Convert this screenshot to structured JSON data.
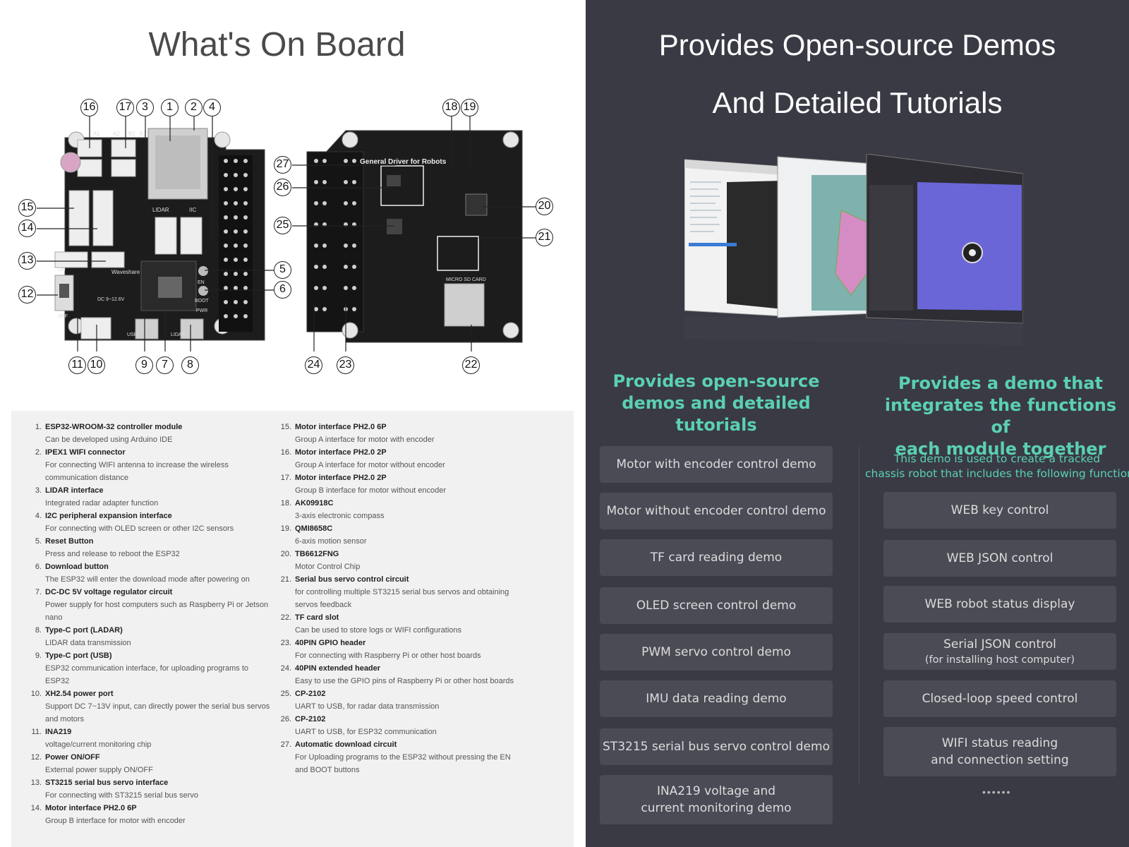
{
  "left": {
    "title": "What's On Board",
    "board_labels": {
      "product": "General Driver for Robots",
      "brand": "Waveshare",
      "lidar": "LIDAR",
      "iic": "IIC",
      "on": "ON",
      "off": "OFF",
      "dc": "DC 9~12.6V",
      "en": "EN",
      "boot": "BOOT",
      "pwr": "PWR",
      "usb": "USB",
      "lidar_port": "LIDAR",
      "sd": "MICRO SD CARD",
      "a1": "A1",
      "a2": "A2",
      "b1": "B1",
      "b2": "B2"
    },
    "callouts": [
      "16",
      "17",
      "3",
      "1",
      "2",
      "4",
      "15",
      "14",
      "13",
      "12",
      "5",
      "6",
      "11",
      "10",
      "9",
      "7",
      "8",
      "18",
      "19",
      "27",
      "26",
      "25",
      "20",
      "21",
      "24",
      "23",
      "22"
    ],
    "items": [
      {
        "num": "1.",
        "title": "ESP32-WROOM-32 controller module",
        "desc": [
          "Can be developed using Arduino IDE"
        ]
      },
      {
        "num": "2.",
        "title": "IPEX1 WIFI connector",
        "desc": [
          "For connecting WIFI antenna to increase the wireless",
          "communication distance"
        ]
      },
      {
        "num": "3.",
        "title": "LIDAR interface",
        "desc": [
          "Integrated radar adapter function"
        ]
      },
      {
        "num": "4.",
        "title": "I2C peripheral expansion interface",
        "desc": [
          "For connecting with OLED screen or other I2C sensors"
        ]
      },
      {
        "num": "5.",
        "title": "Reset Button",
        "desc": [
          "Press and release to reboot the ESP32"
        ]
      },
      {
        "num": "6.",
        "title": "Download button",
        "desc": [
          "The ESP32 will enter the download mode after powering on"
        ]
      },
      {
        "num": "7.",
        "title": "DC-DC 5V voltage regulator circuit",
        "desc": [
          "Power supply for host computers such as Raspberry Pi or Jetson",
          "nano"
        ]
      },
      {
        "num": "8.",
        "title": "Type-C port (LADAR)",
        "desc": [
          "LIDAR data transmission"
        ]
      },
      {
        "num": "9.",
        "title": "Type-C port (USB)",
        "desc": [
          "ESP32 communication interface, for uploading programs to",
          "ESP32"
        ]
      },
      {
        "num": "10.",
        "title": "XH2.54 power port",
        "desc": [
          "Support DC 7~13V input, can directly power the serial bus servos",
          "and motors"
        ]
      },
      {
        "num": "11.",
        "title": "INA219",
        "desc": [
          "voltage/current monitoring chip"
        ]
      },
      {
        "num": "12.",
        "title": "Power ON/OFF",
        "desc": [
          "External power supply ON/OFF"
        ]
      },
      {
        "num": "13.",
        "title": "ST3215 serial bus servo interface",
        "desc": [
          "For connecting with ST3215 serial bus servo"
        ]
      },
      {
        "num": "14.",
        "title": "Motor interface PH2.0 6P",
        "desc": [
          "Group B interface for motor with encoder"
        ]
      },
      {
        "num": "15.",
        "title": "Motor interface PH2.0 6P",
        "desc": [
          "Group A interface for motor with encoder"
        ]
      },
      {
        "num": "16.",
        "title": "Motor interface PH2.0 2P",
        "desc": [
          "Group A interface for motor without encoder"
        ]
      },
      {
        "num": "17.",
        "title": "Motor interface PH2.0 2P",
        "desc": [
          "Group B interface for motor without encoder"
        ]
      },
      {
        "num": "18.",
        "title": "AK09918C",
        "desc": [
          "3-axis electronic compass"
        ]
      },
      {
        "num": "19.",
        "title": "QMI8658C",
        "desc": [
          "6-axis motion sensor"
        ]
      },
      {
        "num": "20.",
        "title": "TB6612FNG",
        "desc": [
          "Motor Control Chip"
        ]
      },
      {
        "num": "21.",
        "title": "Serial bus servo control circuit",
        "desc": [
          "for controlling multiple ST3215 serial bus servos and obtaining",
          "servos feedback"
        ]
      },
      {
        "num": "22.",
        "title": "TF card slot",
        "desc": [
          "Can be used to store logs or WIFI configurations"
        ]
      },
      {
        "num": "23.",
        "title": "40PIN GPIO header",
        "desc": [
          "For connecting with Raspberry Pi or other host boards"
        ]
      },
      {
        "num": "24.",
        "title": "40PIN extended header",
        "desc": [
          "Easy to use the GPIO pins of Raspberry Pi or other host boards"
        ]
      },
      {
        "num": "25.",
        "title": "CP-2102",
        "desc": [
          "UART to USB, for radar data transmission"
        ]
      },
      {
        "num": "26.",
        "title": "CP-2102",
        "desc": [
          "UART to USB, for ESP32 communication"
        ]
      },
      {
        "num": "27.",
        "title": "Automatic download circuit",
        "desc": [
          "For Uploading programs to the ESP32 without pressing the EN",
          "and BOOT buttons"
        ]
      }
    ]
  },
  "right": {
    "title_line1": "Provides Open-source Demos",
    "title_line2": "And Detailed Tutorials",
    "left_heading": [
      "Provides open-source",
      "demos and detailed tutorials"
    ],
    "right_heading": [
      "Provides a demo that",
      "integrates the functions of",
      "each module together"
    ],
    "right_sub": [
      "This demo is used to create a tracked",
      "chassis robot that includes the following functions"
    ],
    "left_demos": [
      [
        "Motor with encoder control demo"
      ],
      [
        "Motor without encoder control demo"
      ],
      [
        "TF card reading demo"
      ],
      [
        "OLED screen control demo"
      ],
      [
        "PWM servo control demo"
      ],
      [
        "IMU data reading demo"
      ],
      [
        "ST3215 serial bus servo control demo"
      ],
      [
        "INA219 voltage and",
        "current monitoring demo"
      ]
    ],
    "right_demos": [
      [
        "WEB key control"
      ],
      [
        "WEB JSON control"
      ],
      [
        "WEB robot status display"
      ],
      [
        "Serial JSON control",
        "(for installing host computer)"
      ],
      [
        "Closed-loop speed control"
      ],
      [
        "WIFI status reading",
        "and connection setting"
      ]
    ],
    "more": "••••••",
    "colors": {
      "accent": "#5ad1b0",
      "panel": "#3a3a45",
      "button": "#4b4b56"
    }
  }
}
